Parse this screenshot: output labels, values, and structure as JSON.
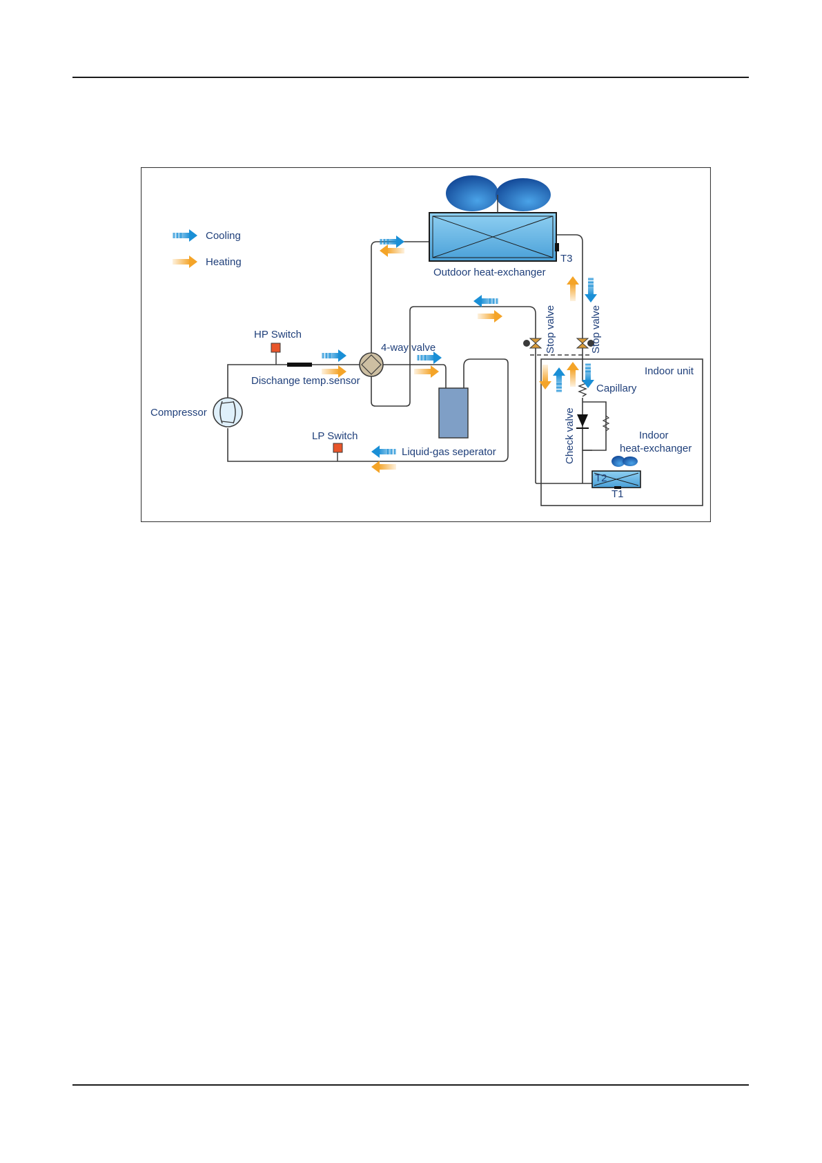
{
  "diagram": {
    "legend": {
      "cooling": "Cooling",
      "heating": "Heating"
    },
    "labels": {
      "outdoor_hx": "Outdoor heat-exchanger",
      "t3": "T3",
      "hp_switch": "HP Switch",
      "four_way_valve": "4-way valve",
      "discharge_sensor": "Dischange temp.sensor",
      "compressor": "Compressor",
      "lp_switch": "LP Switch",
      "separator": "Liquid-gas seperator",
      "stop_valve_left": "Stop valve",
      "stop_valve_right": "Stop valve",
      "indoor_unit": "Indoor unit",
      "capillary": "Capillary",
      "check_valve": "Check valve",
      "indoor_hx_line1": "Indoor",
      "indoor_hx_line2": "heat-exchanger",
      "t2": "T2",
      "t1": "T1"
    },
    "colors": {
      "cooling": "#1a8fd6",
      "heating": "#f4a428",
      "pipe": "#3a3a3a",
      "hx_fill": "#5fb0e0",
      "switch": "#e8552a",
      "separator": "#7f9fc6",
      "fan": "#1d5fb0",
      "label": "#1f3f7a"
    }
  }
}
